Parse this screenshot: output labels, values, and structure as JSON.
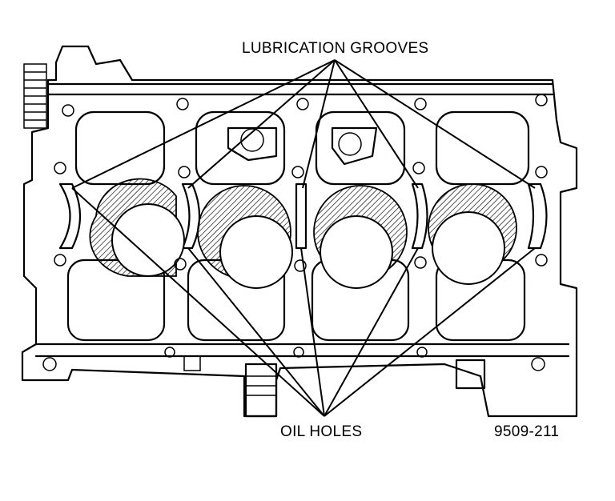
{
  "labels": {
    "lubrication_grooves": "LUBRICATION GROOVES",
    "oil_holes": "OIL HOLES",
    "figure_number": "9509-211"
  },
  "colors": {
    "ink": "#000000",
    "paper": "#ffffff"
  },
  "counts": {
    "bearing_bores": 4,
    "main_bearing_saddles": 5
  }
}
